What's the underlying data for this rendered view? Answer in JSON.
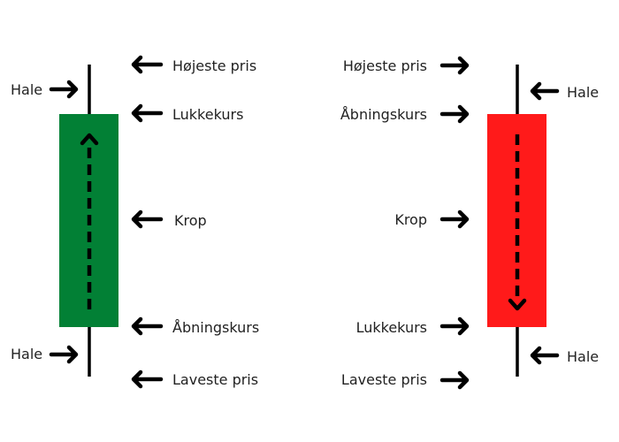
{
  "bullish": {
    "labels": {
      "high": "Højeste pris",
      "close": "Lukkekurs",
      "body": "Krop",
      "open": "Åbningskurs",
      "low": "Laveste pris",
      "upper_wick": "Hale",
      "lower_wick": "Hale"
    },
    "color": "#028035"
  },
  "bearish": {
    "labels": {
      "high": "Højeste pris",
      "open": "Åbningskurs",
      "body": "Krop",
      "close": "Lukkekurs",
      "low": "Laveste pris",
      "upper_wick": "Hale",
      "lower_wick": "Hale"
    },
    "color": "#FF1A1A"
  }
}
